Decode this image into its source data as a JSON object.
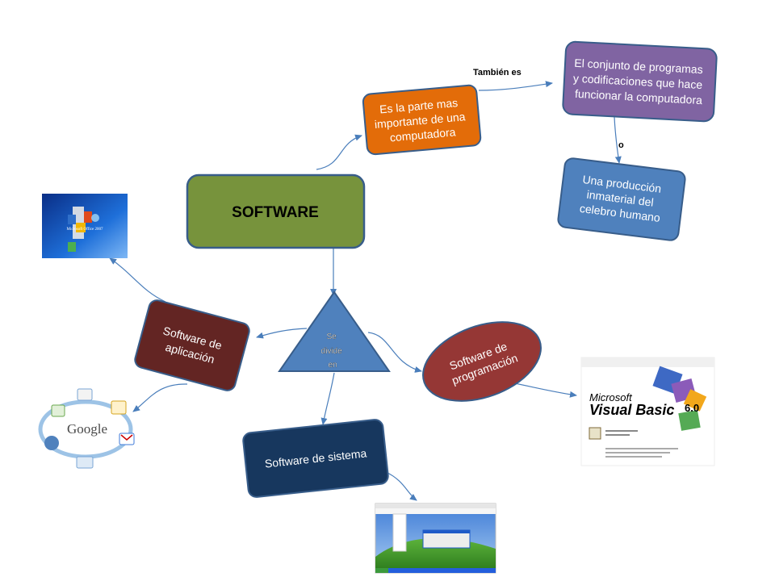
{
  "diagram": {
    "nodes": {
      "software": {
        "label": "SOFTWARE",
        "color": "#77933C"
      },
      "importante": {
        "lines": [
          "Es  la parte mas",
          "importante  de una",
          "computadora"
        ],
        "color": "#E36C09"
      },
      "conjunto": {
        "lines": [
          "El conjunto de programas",
          "y codificaciones que hace",
          "funcionar la computadora"
        ],
        "color": "#8064A2"
      },
      "produccion": {
        "lines": [
          "Una producción",
          "inmaterial del",
          "celebro humano"
        ],
        "color": "#4F81BD"
      },
      "divide": {
        "lines": [
          "Se",
          "divide",
          "en"
        ],
        "color": "#4F81BD"
      },
      "aplicacion": {
        "lines": [
          "Software de",
          "aplicación"
        ],
        "color": "#632523"
      },
      "programacion": {
        "lines": [
          "Software de",
          "programación"
        ],
        "color": "#953735"
      },
      "sistema": {
        "label": "Software de sistema",
        "color": "#17375E"
      }
    },
    "edge_labels": {
      "tambien": "También es",
      "o": "o"
    },
    "images": {
      "office": {
        "icon": "ms-office-2007-icon",
        "caption": "Microsoft Office 2007"
      },
      "google": {
        "icon": "google-apps-icon",
        "word": "Google"
      },
      "vb": {
        "icon": "visual-basic-box-icon",
        "brand": "Microsoft",
        "product": "Visual Basic",
        "version": "6.0"
      },
      "xp": {
        "icon": "windows-xp-desktop-icon"
      }
    }
  }
}
